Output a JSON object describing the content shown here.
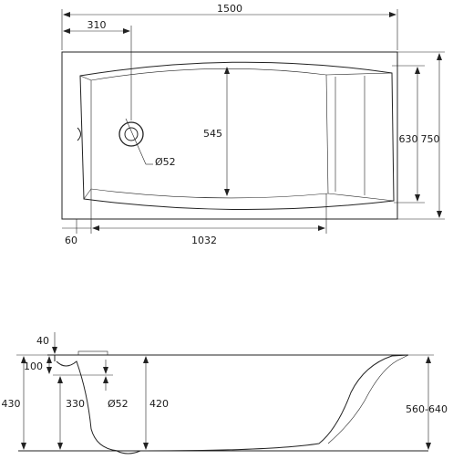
{
  "top_view": {
    "length": "1500",
    "drain_offset": "310",
    "inner_width": "545",
    "drain_diameter": "Ø52",
    "width_narrow": "630",
    "width_full": "750",
    "rim": "60",
    "inner_length": "1032"
  },
  "side_view": {
    "rim_top": "40",
    "overflow_height": "100",
    "height_total": "430",
    "overflow_to_floor": "330",
    "outlet_diameter": "Ø52",
    "inner_depth": "420",
    "leg_height": "560-640"
  }
}
